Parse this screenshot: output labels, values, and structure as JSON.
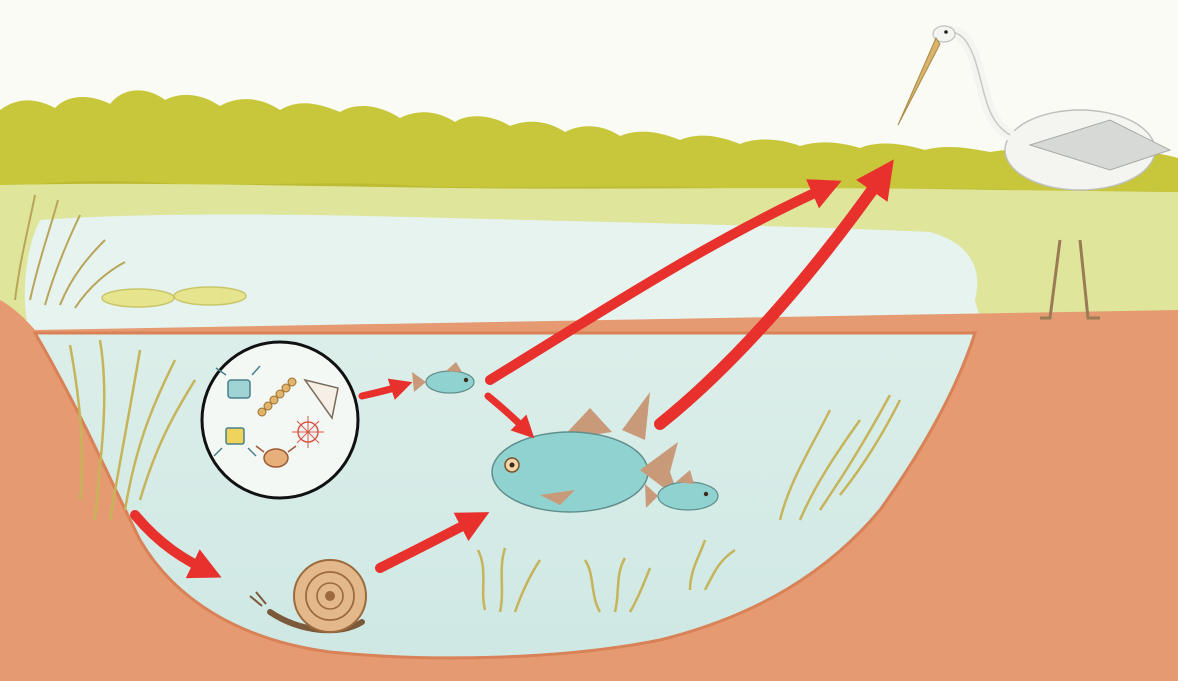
{
  "diagram": {
    "kind": "pond food chain illustration",
    "colors": {
      "sky": "#f9fbf4",
      "treeline": "#c8c63a",
      "grass": "#dfe59a",
      "water_surface": "#e6f3ef",
      "water": "#d8eeea",
      "soil": "#e59a71",
      "soil_edge": "#d98157",
      "arrow": "#e8302c",
      "fish": "#8fd2cf",
      "fish_fin": "#c99a7a",
      "snail": "#e3b98c",
      "heron": "#f4f4f1",
      "lily_pad": "#e6e48c",
      "plant": "#c6b45a"
    },
    "nodes": [
      {
        "id": "plankton",
        "icon": "plankton-circle-icon"
      },
      {
        "id": "small-fish",
        "icon": "small-fish-icon"
      },
      {
        "id": "large-fish",
        "icon": "large-fish-icon"
      },
      {
        "id": "snail",
        "icon": "snail-icon"
      },
      {
        "id": "heron",
        "icon": "heron-icon"
      }
    ],
    "arrows": [
      {
        "from": "plankton",
        "to": "small-fish"
      },
      {
        "from": "small-fish",
        "to": "large-fish"
      },
      {
        "from": "small-fish",
        "to": "heron"
      },
      {
        "from": "large-fish",
        "to": "heron"
      },
      {
        "from": "pond-plants",
        "to": "snail"
      },
      {
        "from": "snail",
        "to": "large-fish"
      }
    ]
  }
}
